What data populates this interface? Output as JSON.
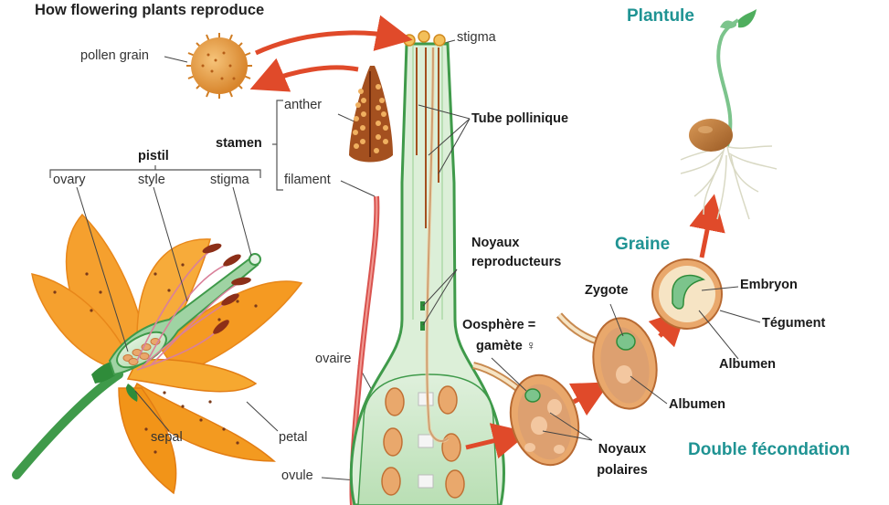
{
  "title": "How flowering plants reproduce",
  "labels": {
    "pollen_grain": "pollen grain",
    "stigma_top": "stigma",
    "anther": "anther",
    "stamen": "stamen",
    "filament": "filament",
    "pistil": "pistil",
    "ovary": "ovary",
    "style": "style",
    "stigma_lily": "stigma",
    "sepal": "sepal",
    "petal": "petal",
    "ovaire": "ovaire",
    "ovule": "ovule",
    "tube_pollinique": "Tube pollinique",
    "noyaux_reproducteurs_1": "Noyaux",
    "noyaux_reproducteurs_2": "reproducteurs",
    "oosphere_1": "Oosphère =",
    "oosphere_2": "gamète ♀",
    "noyaux_polaires_1": "Noyaux",
    "noyaux_polaires_2": "polaires",
    "zygote": "Zygote",
    "albumen_1": "Albumen",
    "albumen_2": "Albumen",
    "embryon": "Embryon",
    "tegument": "Tégument",
    "plantule": "Plantule",
    "graine": "Graine",
    "double_fecondation": "Double fécondation"
  },
  "colors": {
    "petal_orange": "#f5a02e",
    "petal_edge": "#e8871a",
    "pistil_green": "#7cc48c",
    "style_light": "#e6f3e6",
    "anther_brown": "#a4501f",
    "pollen_orange": "#e39a3c",
    "ovule_tan": "#e9a86c",
    "arrow_red": "#e04a2a",
    "teal_heading": "#1f9393"
  }
}
